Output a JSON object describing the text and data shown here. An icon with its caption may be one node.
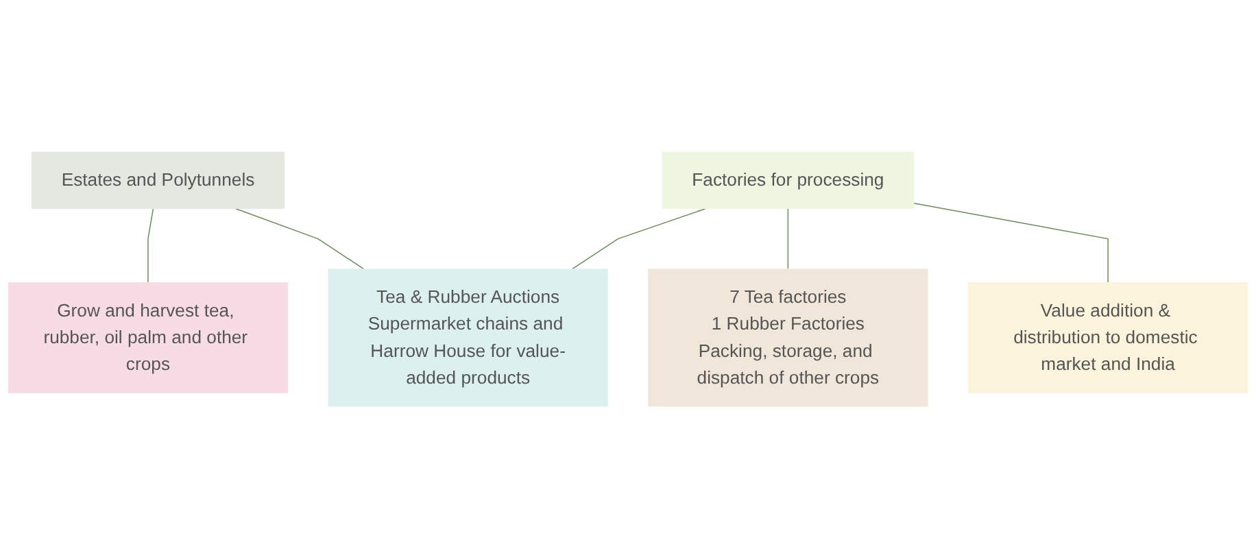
{
  "diagram": {
    "nodes": [
      {
        "text": [
          "Estates and Polytunnels"
        ]
      },
      {
        "text": [
          "Factories for processing"
        ]
      },
      {
        "text": [
          "Tea & Rubber Auctions",
          "Supermarket chains and Harrow House for value-added products"
        ]
      },
      {
        "text": [
          "Grow and harvest tea, rubber, oil palm and other crops"
        ]
      },
      {
        "text": [
          "7 Tea factories",
          "1 Rubber Factories",
          "Packing, storage, and dispatch of other crops"
        ]
      },
      {
        "text": [
          "Value addition & distribution to domestic market and India"
        ]
      }
    ],
    "edges": [
      {
        "from": 0,
        "to": 3,
        "arrow": "none"
      },
      {
        "from": 0,
        "to": 2,
        "arrow": "none"
      },
      {
        "from": 1,
        "to": 2,
        "arrow": "none"
      },
      {
        "from": 1,
        "to": 4,
        "arrow": "none"
      },
      {
        "from": 1,
        "to": 5,
        "arrow": "none"
      }
    ]
  }
}
